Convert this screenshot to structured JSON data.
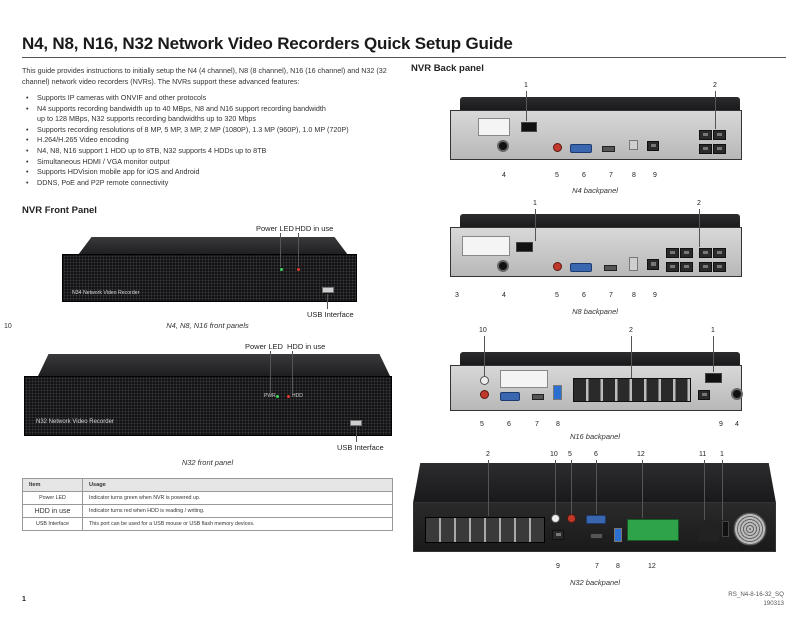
{
  "header": {
    "title": "N4, N8, N16, N32 Network Video Recorders Quick Setup Guide"
  },
  "intro": {
    "text": "This guide provides instructions to initially setup the N4 (4 channel), N8 (8 channel), N16 (16 channel) and N32 (32 channel) network video recorders (NVRs). The NVRs support these advanced features:"
  },
  "features": [
    "Supports IP cameras with ONVIF and other protocols",
    "N4 supports recording bandwidth up to 40 MBps, N8 and N16 support recording bandwidth up to 128 MBps, N32 supports recording bandwidths up to 320 Mbps",
    "Supports recording resolutions of 8 MP, 5 MP, 3 MP, 2 MP (1080P), 1.3 MP (960P), 1.0 MP (720P)",
    "H.264/H.265 Video encoding",
    "N4, N8, N16 support 1 HDD up to 8TB, N32 supports 4 HDDs up to 8TB",
    "Simultaneous HDMI / VGA monitor output",
    "Supports HDVision mobile app for iOS and Android",
    "DDNS, PoE and P2P remote connectivity"
  ],
  "front": {
    "heading": "NVR Front Panel",
    "power_led": "Power LED",
    "hdd_in_use": "HDD in use",
    "usb_interface": "USB Interface",
    "caption_small": "N4, N8, N16 front panels",
    "caption_large": "N32 front panel",
    "brand_small": "N34 Network Video Recorder",
    "brand_large": "N32 Network Video Recorder",
    "pwr": "PWR",
    "hdd": "HDD"
  },
  "back": {
    "heading": "NVR Back panel",
    "captions": [
      "N4 backpanel",
      "N8 backpanel",
      "N16 backpanel",
      "N32 backpanel"
    ],
    "n4_numbers": [
      "1",
      "2",
      "4",
      "5",
      "6",
      "7",
      "8",
      "9"
    ],
    "n8_numbers": [
      "1",
      "2",
      "3",
      "4",
      "5",
      "6",
      "7",
      "8",
      "9"
    ],
    "n16_numbers": [
      "10",
      "2",
      "1",
      "5",
      "6",
      "7",
      "8",
      "9",
      "4"
    ],
    "n32_numbers": [
      "2",
      "10",
      "5",
      "6",
      "12",
      "11",
      "1",
      "9",
      "7",
      "8",
      "12"
    ]
  },
  "table": {
    "headers": [
      "Item",
      "Usage"
    ],
    "rows": [
      [
        "Power LED",
        "Indicator turns green when NVR is powered up."
      ],
      [
        "HDD in use",
        "Indicator turns red when HDD is reading / writing."
      ],
      [
        "USB Interface",
        "This port can be used for a USB mouse or USB flash memory devices."
      ]
    ]
  },
  "footer": {
    "side_page": "10",
    "page": "1",
    "code_line1": "RS_N4-8-16-32_SQ",
    "code_line2": "190313"
  },
  "colors": {
    "rca_red": "#c0392b",
    "vga_blue": "#3a66b0",
    "terminal_green": "#2fa34a",
    "usb_blue": "#2b6fd1"
  }
}
